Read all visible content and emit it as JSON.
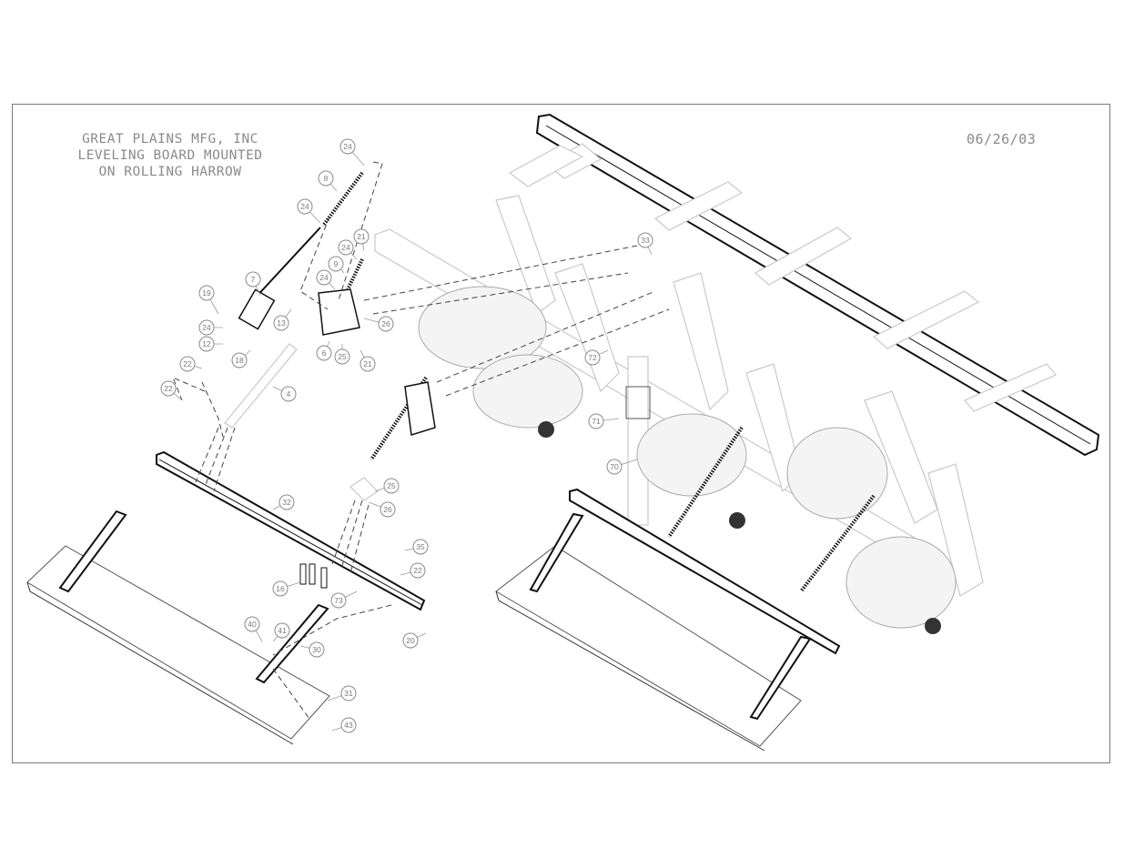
{
  "title_block": {
    "lines": [
      "GREAT PLAINS MFG, INC",
      "LEVELING BOARD MOUNTED",
      "ON ROLLING HARROW"
    ]
  },
  "date": "06/26/03",
  "callouts": [
    "24",
    "8",
    "24",
    "21",
    "24",
    "9",
    "24",
    "7",
    "19",
    "13",
    "26",
    "24",
    "12",
    "6",
    "25",
    "21",
    "18",
    "22",
    "4",
    "22",
    "33",
    "72",
    "71",
    "70",
    "25",
    "26",
    "32",
    "35",
    "22",
    "16",
    "73",
    "40",
    "41",
    "30",
    "20",
    "31",
    "43"
  ]
}
